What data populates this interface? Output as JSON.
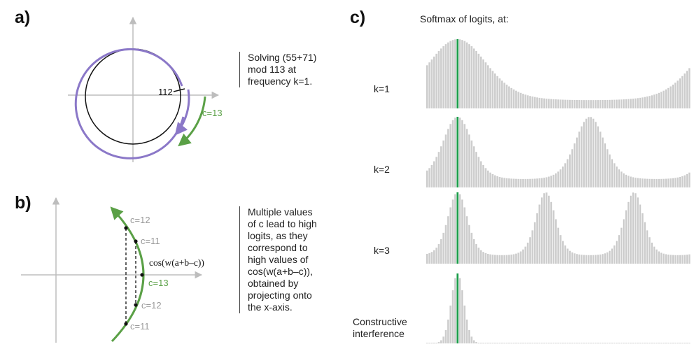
{
  "panels": {
    "a": {
      "label": "a)",
      "caption": [
        "Solving (55+71)",
        "mod 113 at",
        "frequency k=1."
      ],
      "tick_112": "112",
      "c13": "c=13"
    },
    "b": {
      "label": "b)",
      "caption": [
        "Multiple values",
        "of c lead to high",
        "logits, as they",
        "correspond to",
        "high values of",
        "cos(w(a+b–c)),",
        "obtained by",
        "projecting onto",
        "the x-axis."
      ],
      "point_labels": [
        "c=12",
        "c=11",
        "c=13",
        "c=12",
        "c=11"
      ],
      "formula": "cos(w(a+b–c))"
    },
    "c": {
      "label": "c)",
      "title": "Softmax of logits, at:",
      "rows": [
        {
          "label": [
            "k=1"
          ],
          "k": 1
        },
        {
          "label": [
            "k=2"
          ],
          "k": 2
        },
        {
          "label": [
            "k=3"
          ],
          "k": 3
        },
        {
          "label": [
            "Constructive",
            "interference"
          ],
          "k": 0
        }
      ]
    }
  },
  "colors": {
    "green": "#5aa046",
    "green_bar": "#1e9e4c",
    "purple": "#8b78c8",
    "bar_gray": "#cfcfcf",
    "axis_gray": "#bdbdbd",
    "muted_label": "#9a9a9a"
  }
}
